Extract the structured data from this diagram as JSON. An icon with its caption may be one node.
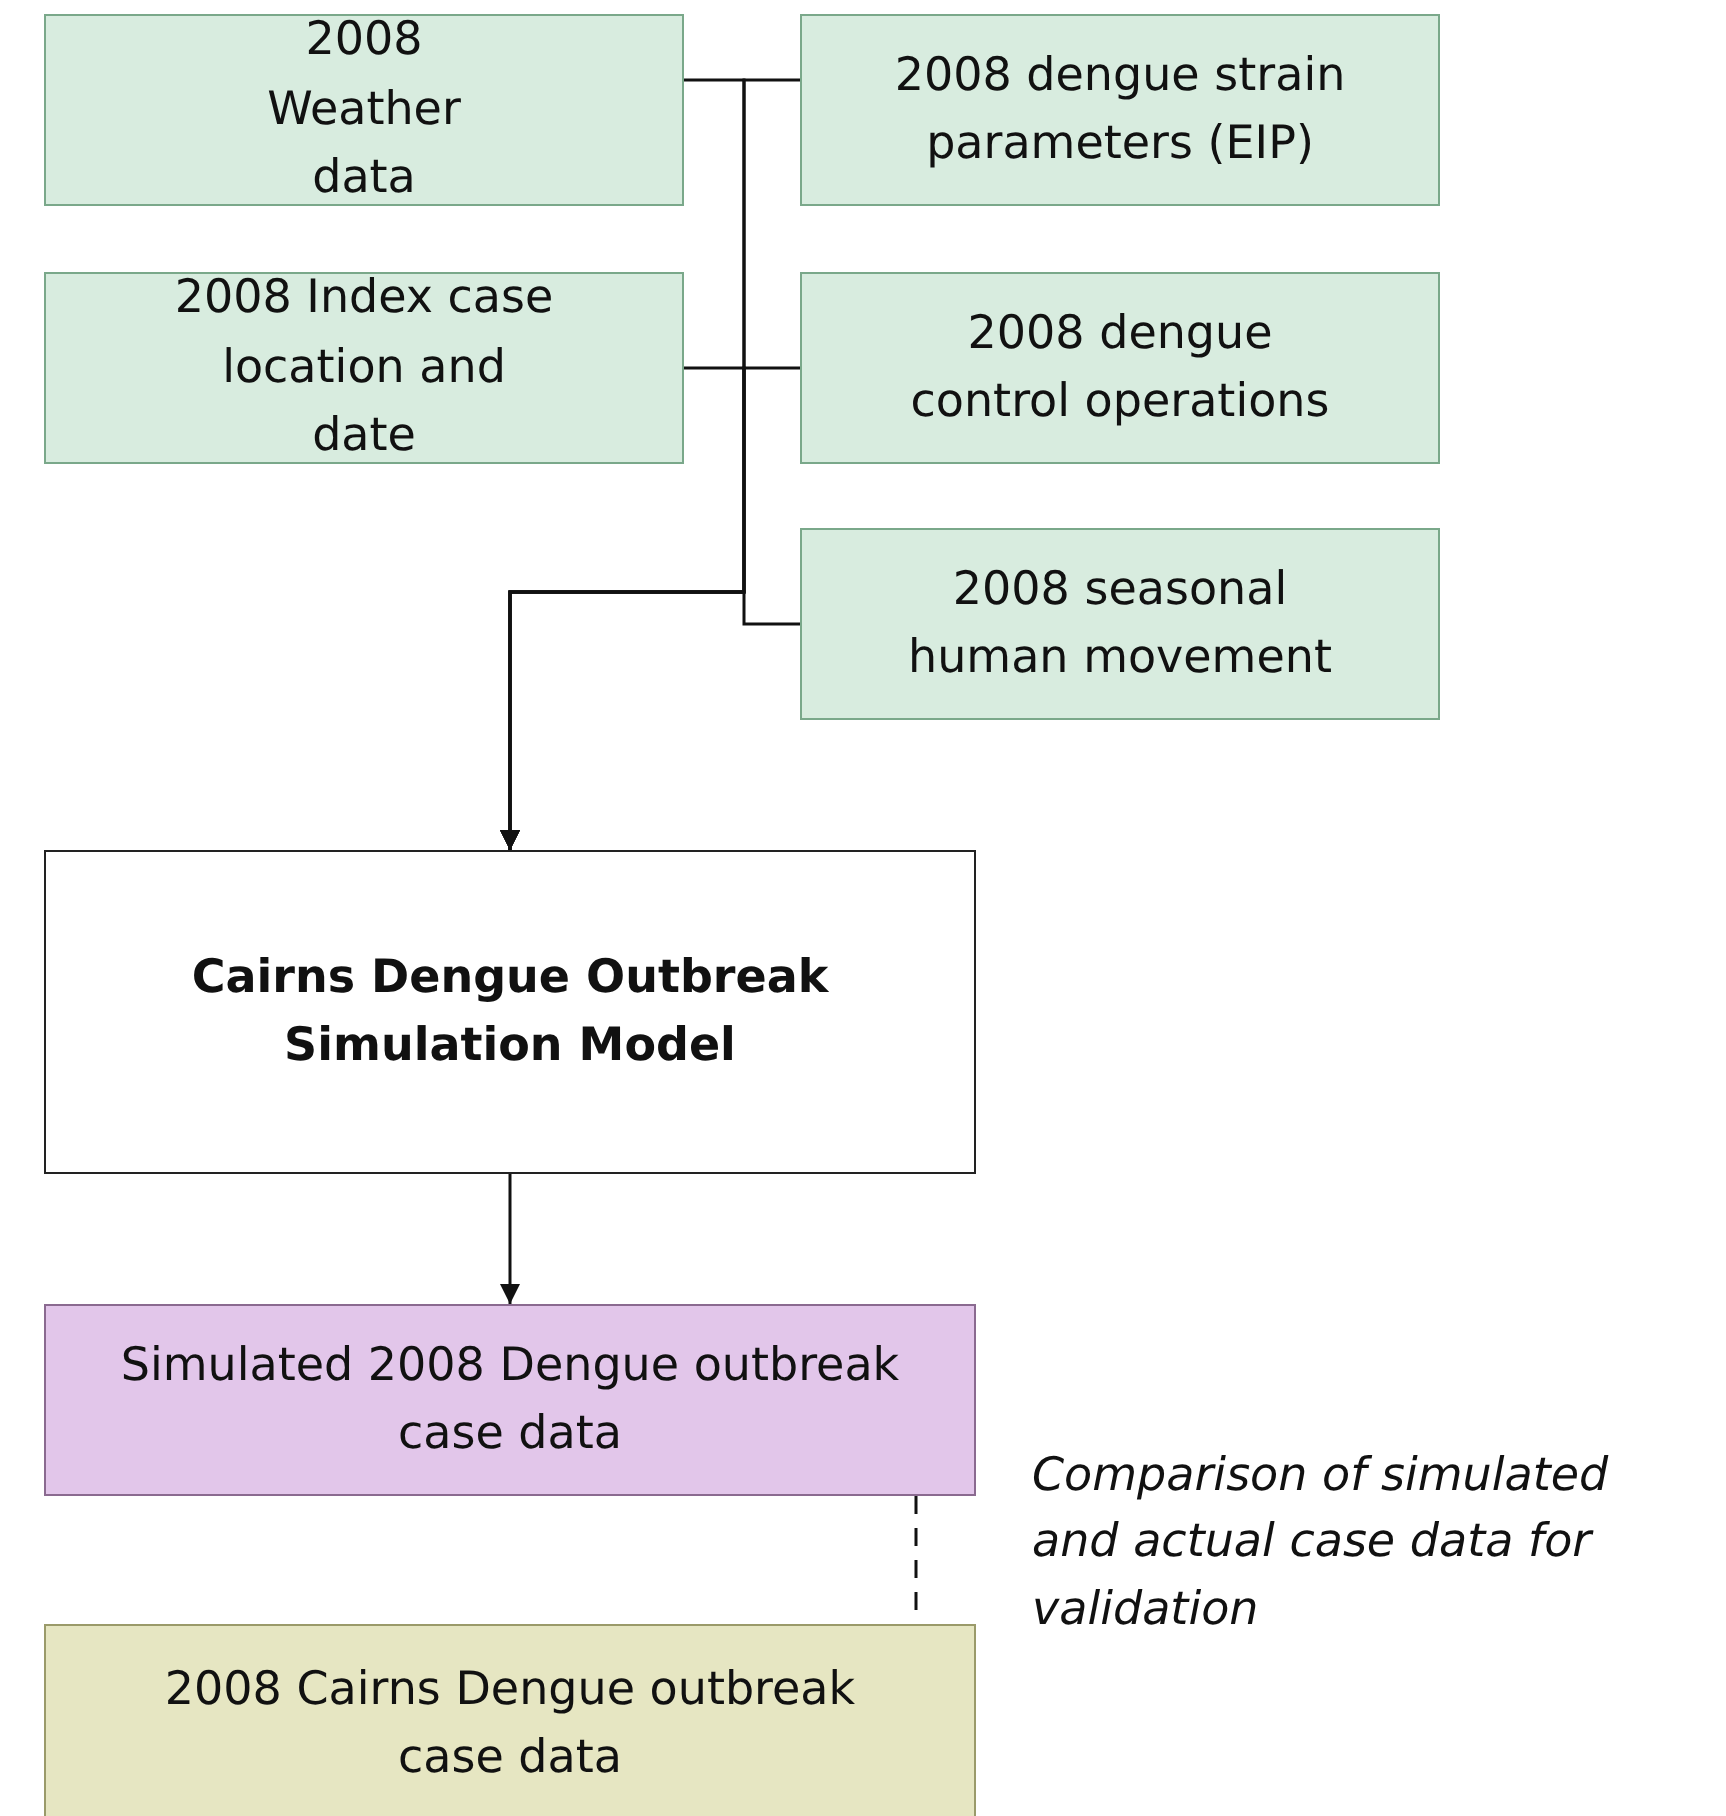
{
  "diagram": {
    "nodes": [
      {
        "text": [
          "2008 Weather data"
        ]
      },
      {
        "text": [
          "2008 dengue strain parameters (EIP)"
        ]
      },
      {
        "text": [
          "2008 Index case location and date"
        ]
      },
      {
        "text": [
          "2008 dengue control operations"
        ]
      },
      {
        "text": [
          "2008 seasonal human movement"
        ]
      },
      {
        "text": [
          "Cairns Dengue Outbreak Simulation Model"
        ]
      },
      {
        "text": [
          "Simulated 2008 Dengue outbreak case data"
        ]
      },
      {
        "text": [
          "2008 Cairns Dengue outbreak case data"
        ]
      }
    ],
    "edges": [
      {
        "from": 0,
        "to": 5,
        "arrow": "to"
      },
      {
        "from": 1,
        "to": 5,
        "arrow": "to"
      },
      {
        "from": 2,
        "to": 5,
        "arrow": "to"
      },
      {
        "from": 3,
        "to": 5,
        "arrow": "to"
      },
      {
        "from": 4,
        "to": 5,
        "arrow": "to"
      },
      {
        "from": 5,
        "to": 6,
        "arrow": "to"
      },
      {
        "from": 6,
        "to": 7,
        "arrow": "none",
        "style": "dashed",
        "label": "Comparison of simulated and actual case data for validation"
      }
    ]
  }
}
